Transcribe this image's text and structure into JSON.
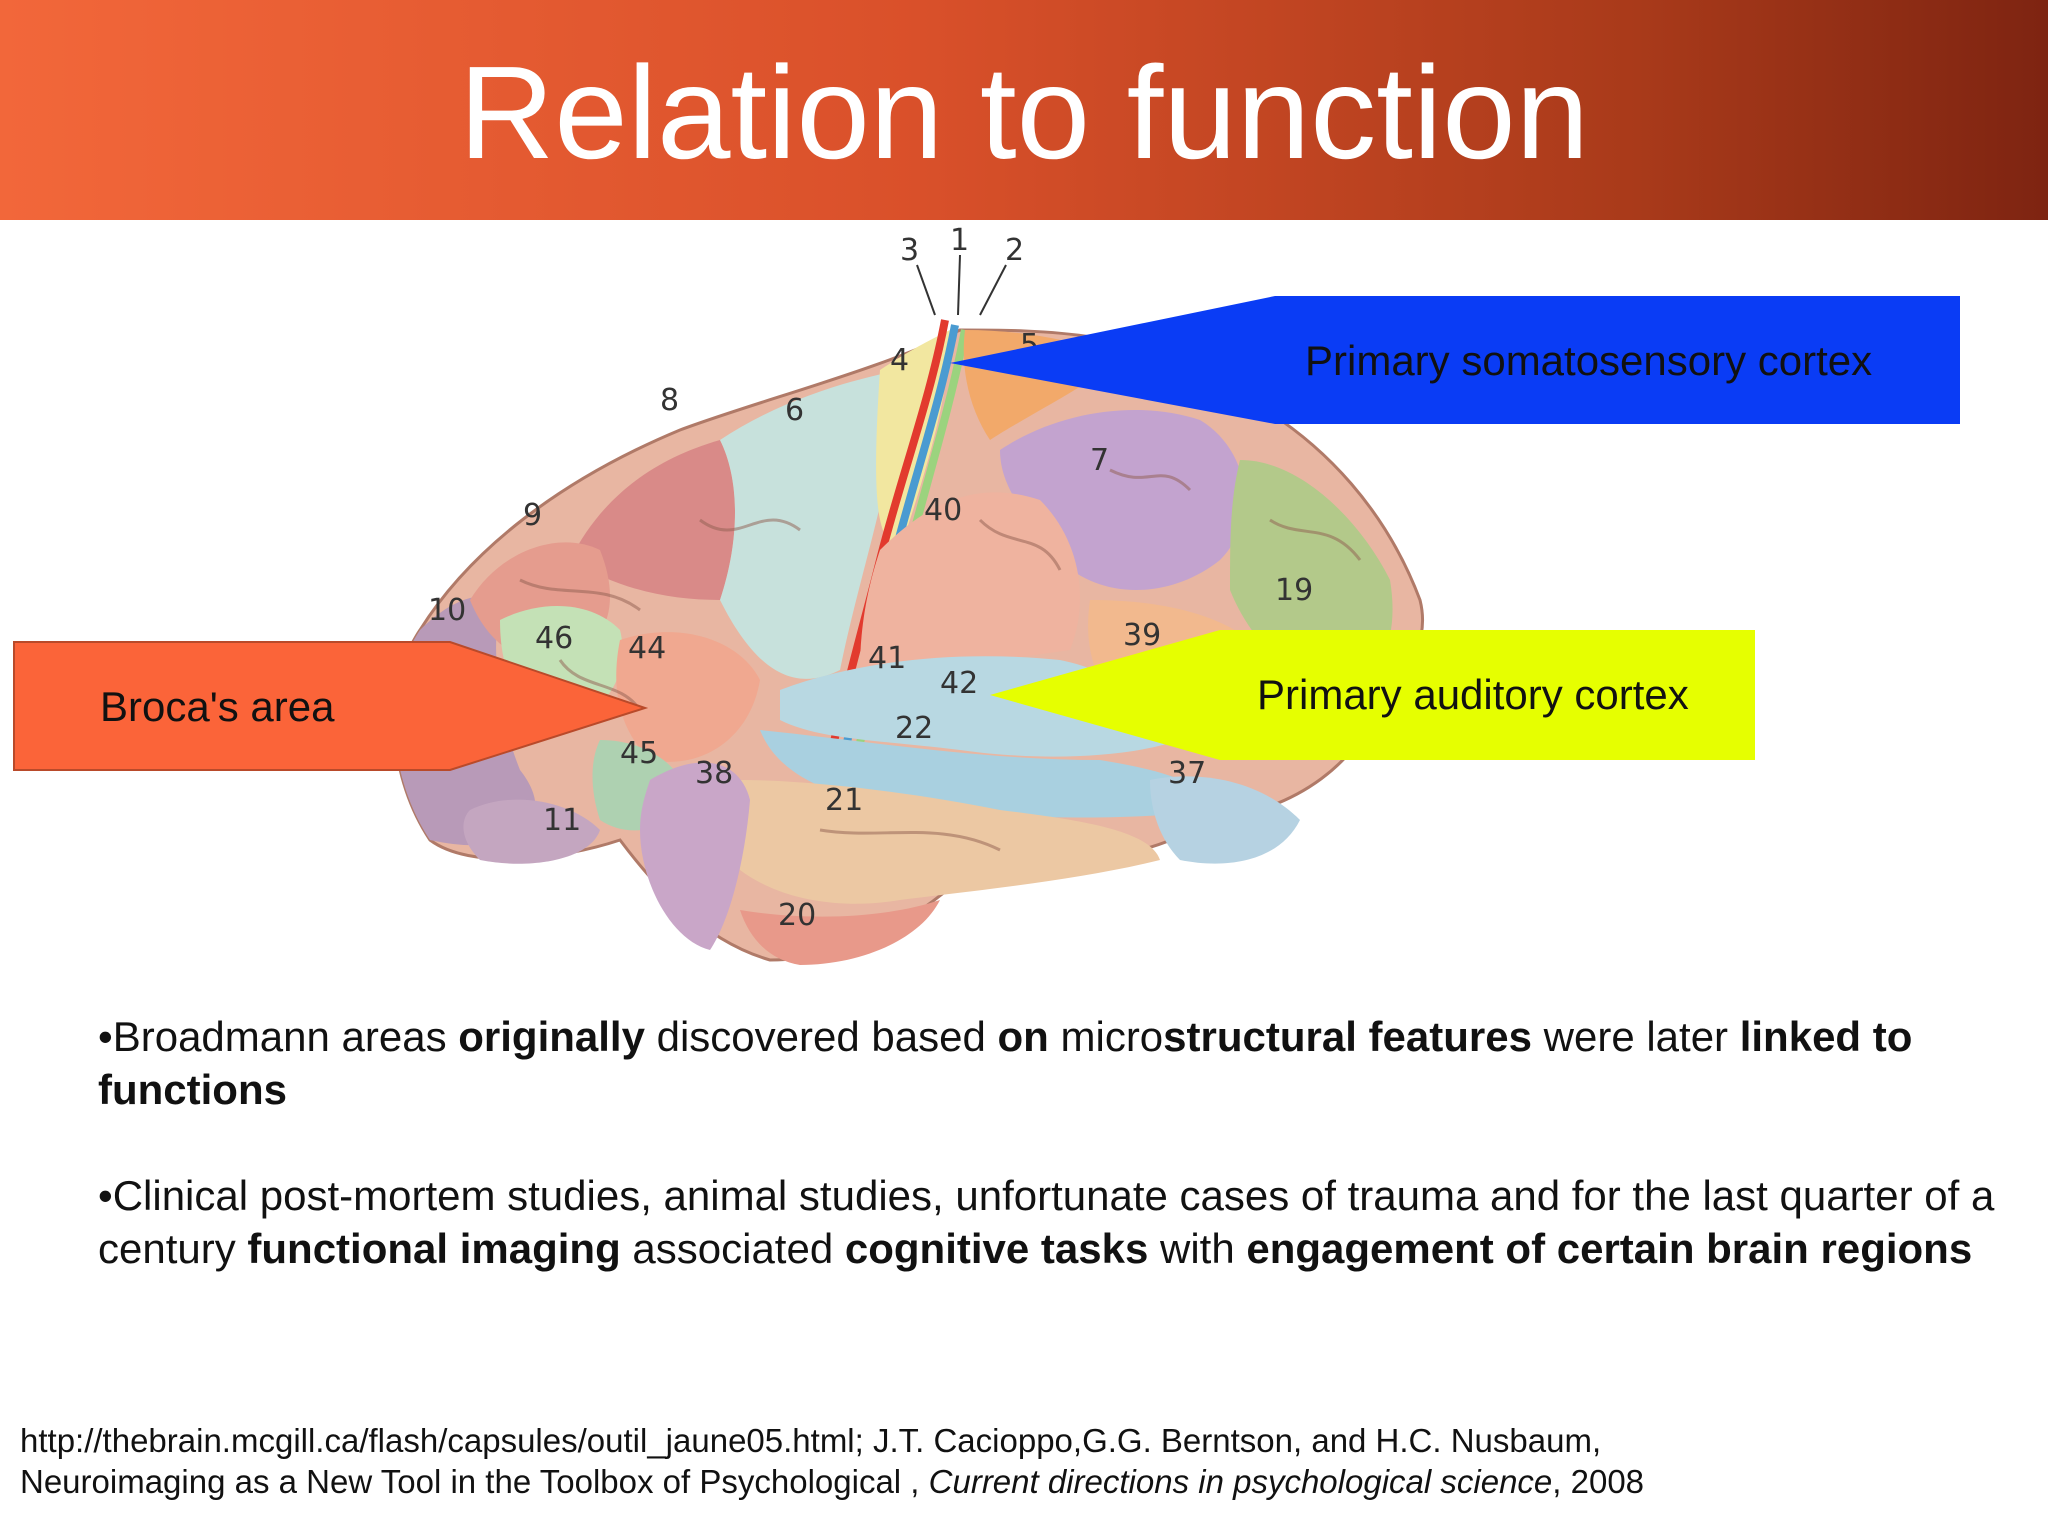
{
  "title": "Relation to function",
  "brain_area_numbers": [
    "1",
    "2",
    "3",
    "4",
    "5",
    "6",
    "7",
    "8",
    "9",
    "10",
    "11",
    "19",
    "20",
    "21",
    "22",
    "37",
    "38",
    "39",
    "40",
    "41",
    "42",
    "44",
    "45",
    "46"
  ],
  "callouts": {
    "somatosensory": "Primary somatosensory cortex",
    "broca": "Broca's area",
    "auditory": "Primary auditory cortex"
  },
  "bullets": {
    "b1": {
      "t1": "•Broadmann areas ",
      "t2": "originally",
      "t3": " discovered based ",
      "t4": "on",
      "t5": " micro",
      "t6": "structural features",
      "t7": " were later ",
      "t8": "linked to functions"
    },
    "b2": {
      "t1": "•Clinical post-mortem studies, animal studies, unfortunate cases of trauma  and for the last quarter of a century  ",
      "t2": "functional imaging",
      "t3": " associated ",
      "t4": "cognitive tasks",
      "t5": " with ",
      "t6": "engagement of certain brain regions"
    }
  },
  "reference": {
    "line1": "http://thebrain.mcgill.ca/flash/capsules/outil_jaune05.html; J.T. Cacioppo,G.G. Berntson, and H.C. Nusbaum,",
    "line2_start": "Neuroimaging as a New Tool in the Toolbox of Psychological , ",
    "line2_italic": "Current directions in psychological science",
    "line2_end": ", 2008"
  },
  "colors": {
    "header_start": "#f2673a",
    "header_end": "#7e2411",
    "somatosensory_arrow": "#0a3cf5",
    "broca_arrow": "#fb6439",
    "auditory_arrow": "#e6ff00"
  }
}
